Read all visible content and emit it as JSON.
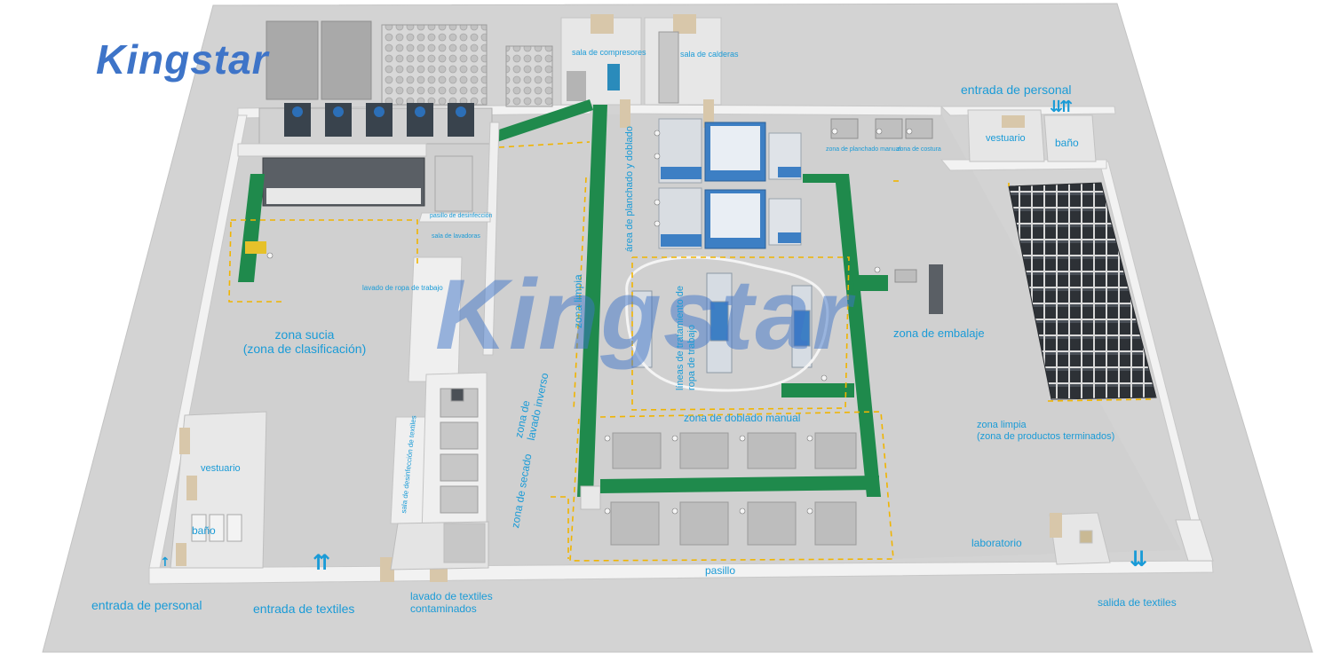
{
  "brand": {
    "name": "Kingstar",
    "watermark": "Kingstar"
  },
  "colors": {
    "floor": "#d3d3d3",
    "wall": "#efefef",
    "conveyor": "#1f8a4c",
    "machine": "#3d7fc4",
    "dashed": "#f0b400",
    "label": "#1a9bd7",
    "dark_equipment": "#444c55"
  },
  "labels": {
    "sala_compresores": "sala de compresores",
    "sala_calderas": "sala de calderas",
    "entrada_personal_top": "entrada de personal",
    "vestuario_top": "vestuario",
    "bano_top": "baño",
    "zona_planchado_manual": "zona de planchado manual",
    "zona_costura": "zona de costura",
    "area_planchado": "área de planchado y doblado",
    "pasillo_desinfeccion": "pasillo de desinfección",
    "sala_lavado": "sala de lavadoras",
    "lavado_ropa_trabajo": "lavado de ropa de trabajo",
    "zona_limpia_vertical": "zona limpia",
    "lineas_tratamiento": "líneas de tratamiento de ropa de trabajo",
    "zona_embalaje": "zona de embalaje",
    "zona_sucia_1": "zona sucia",
    "zona_sucia_2": "(zona de clasificación)",
    "zona_lavado_inverso": "zona de lavado inverso",
    "zona_secado": "zona de secado",
    "zona_doblado_manual": "zona de doblado manual",
    "zona_limpia_1": "zona limpia",
    "zona_limpia_2": "(zona de productos terminados)",
    "vestuario_bottom": "vestuario",
    "bano_bottom": "baño",
    "sala_desinfeccion": "sala de desinfección de textiles",
    "laboratorio": "laboratorio",
    "pasillo": "pasillo",
    "entrada_personal_bottom": "entrada de personal",
    "entrada_textiles": "entrada de textiles",
    "lavado_contaminados_1": "lavado de textiles",
    "lavado_contaminados_2": "contaminados",
    "salida_textiles": "salida de textiles"
  },
  "arrows": {
    "entrada_personal_top": "⇊⇈",
    "entrada_textiles": "⇈",
    "entrada_personal_bottom": "↑",
    "salida_textiles": "⇊"
  },
  "icons": {
    "wash_machine": "washer-extractor-icon",
    "ironer": "flatwork-ironer-icon",
    "shelf": "storage-rack-icon",
    "worker": "worker-icon"
  }
}
